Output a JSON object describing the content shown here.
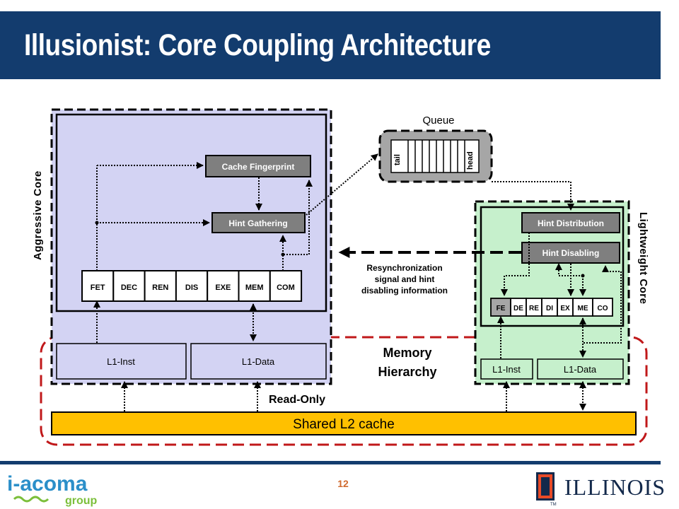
{
  "title": "Illusionist: Core Coupling Architecture",
  "page_number": "12",
  "aggressive_core": {
    "label": "Aggressive Core",
    "cache_fingerprint": "Cache Fingerprint",
    "hint_gathering": "Hint Gathering",
    "stages": [
      "FET",
      "DEC",
      "REN",
      "DIS",
      "EXE",
      "MEM",
      "COM"
    ],
    "l1_inst": "L1-Inst",
    "l1_data": "L1-Data"
  },
  "queue": {
    "label": "Queue",
    "tail": "tail",
    "head": "head"
  },
  "lightweight_core": {
    "label": "Lightweight Core",
    "hint_distribution": "Hint Distribution",
    "hint_disabling": "Hint Disabling",
    "stages": [
      "FE",
      "DE",
      "RE",
      "DI",
      "EX",
      "ME",
      "CO"
    ],
    "l1_inst": "L1-Inst",
    "l1_data": "L1-Data"
  },
  "resync_text": [
    "Resynchronization",
    "signal and hint",
    "disabling information"
  ],
  "memory_hierarchy": [
    "Memory",
    "Hierarchy"
  ],
  "read_only": "Read-Only",
  "shared_l2": "Shared L2 cache",
  "logos": {
    "left_main": "i-acoma",
    "left_sub": "group",
    "right": "ILLINOIS",
    "tm": "TM"
  },
  "colors": {
    "title_bar": "#133c6e",
    "aggressive_bg": "#d3d3f3",
    "lightweight_bg": "#c6f0cc",
    "l2_fill": "#ffc000",
    "memory_dash": "#c0181a",
    "box_fill": "#7f7f7f",
    "queue_fill": "#a6a6a6"
  }
}
